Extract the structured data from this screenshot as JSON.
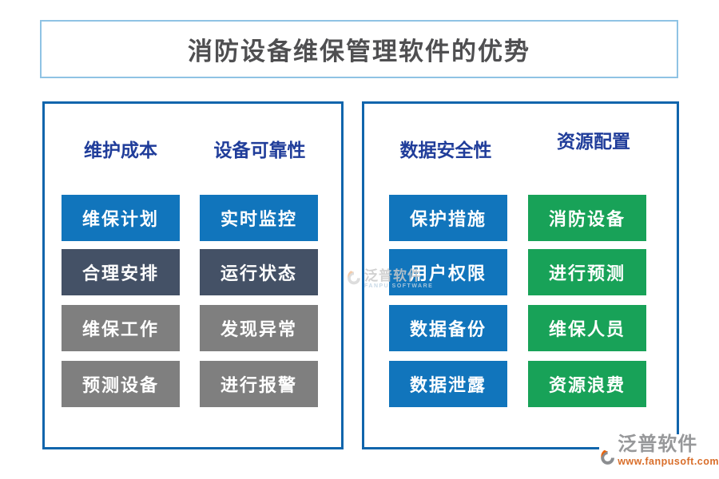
{
  "title": "消防设备维保管理软件的优势",
  "colors": {
    "blue": "#1175bc",
    "slate": "#445166",
    "gray": "#7f7f7f",
    "green": "#18a258",
    "panel_border": "#1065ac",
    "title_border": "#8fc3e4",
    "header_text": "#203d9a",
    "title_text": "#4f4f51",
    "logo_url_text": "#d96e2a"
  },
  "left_panel": {
    "columns": [
      {
        "header": "维护成本",
        "items": [
          {
            "label": "维保计划",
            "color": "blue"
          },
          {
            "label": "合理安排",
            "color": "slate"
          },
          {
            "label": "维保工作",
            "color": "gray"
          },
          {
            "label": "预测设备",
            "color": "gray"
          }
        ]
      },
      {
        "header": "设备可靠性",
        "items": [
          {
            "label": "实时监控",
            "color": "blue"
          },
          {
            "label": "运行状态",
            "color": "slate"
          },
          {
            "label": "发现异常",
            "color": "gray"
          },
          {
            "label": "进行报警",
            "color": "gray"
          }
        ]
      }
    ]
  },
  "right_panel": {
    "columns": [
      {
        "header": "数据安全性",
        "items": [
          {
            "label": "保护措施",
            "color": "blue"
          },
          {
            "label": "用户权限",
            "color": "blue"
          },
          {
            "label": "数据备份",
            "color": "blue"
          },
          {
            "label": "数据泄露",
            "color": "blue"
          }
        ]
      },
      {
        "header": "资源配置",
        "items": [
          {
            "label": "消防设备",
            "color": "green"
          },
          {
            "label": "进行预测",
            "color": "green"
          },
          {
            "label": "维保人员",
            "color": "green"
          },
          {
            "label": "资源浪费",
            "color": "green"
          }
        ]
      }
    ]
  },
  "watermark": {
    "brand": "泛普软件",
    "brand_en": "FANPU SOFTWARE"
  },
  "footer_logo": {
    "brand": "泛普软件",
    "url": "www.fanpusoft.com"
  }
}
